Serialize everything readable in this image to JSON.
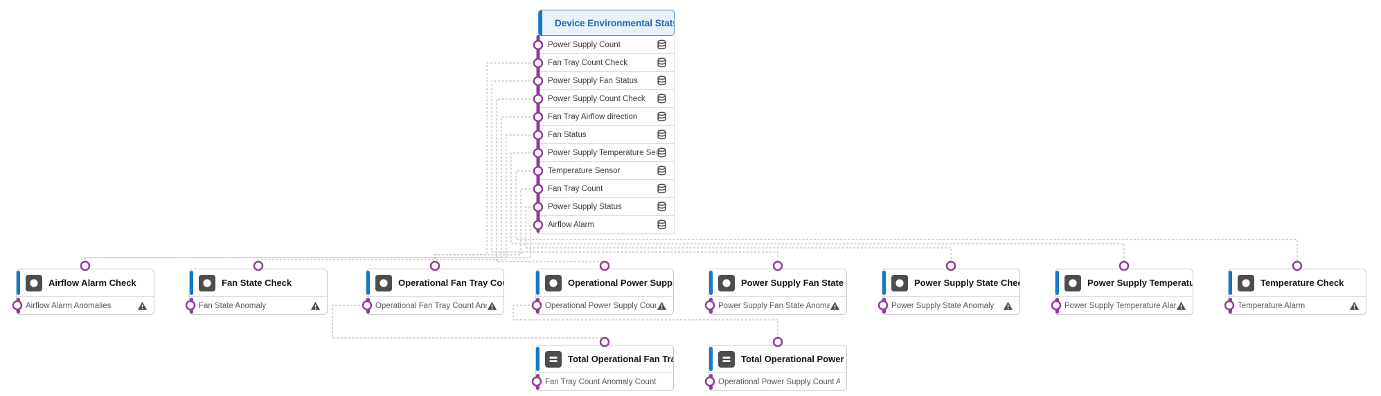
{
  "colors": {
    "accent_blue": "#1778c8",
    "root_title_blue": "#1f64ad",
    "root_header_bg": "#e9f2fb",
    "port_purple": "#8e3d98",
    "wire_gray": "#b8b8b8",
    "node_border": "#c9c9c9",
    "icon_dark": "#4d4d4d"
  },
  "root_node": {
    "title": "Device Environmental Stats",
    "icon": "plug-icon",
    "metrics": [
      "Power Supply Count",
      "Fan Tray Count Check",
      "Power Supply Fan Status",
      "Power Supply Count Check",
      "Fan Tray Airflow direction",
      "Fan Status",
      "Power Supply Temperature Sensor",
      "Temperature Sensor",
      "Fan Tray Count",
      "Power Supply Status",
      "Airflow Alarm"
    ]
  },
  "check_nodes": [
    {
      "title": "Airflow Alarm Check",
      "anomaly_label": "Airflow Alarm Anomalies"
    },
    {
      "title": "Fan State Check",
      "anomaly_label": "Fan State Anomaly"
    },
    {
      "title": "Operational Fan Tray Cou...",
      "anomaly_label": "Operational Fan Tray Count Ano..."
    },
    {
      "title": "Operational Power Suppl...",
      "anomaly_label": "Operational Power Supply Coun..."
    },
    {
      "title": "Power Supply Fan State C...",
      "anomaly_label": "Power Supply Fan State Anomaly"
    },
    {
      "title": "Power Supply State Check",
      "anomaly_label": "Power Supply State Anomaly"
    },
    {
      "title": "Power Supply Temperatu...",
      "anomaly_label": "Power Supply Temperature Alarm"
    },
    {
      "title": "Temperature Check",
      "anomaly_label": "Temperature Alarm"
    }
  ],
  "total_nodes": [
    {
      "title": "Total Operational Fan Tra...",
      "output_label": "Fan Tray Count Anomaly Count"
    },
    {
      "title": "Total Operational Power ...",
      "output_label": "Operational Power Supply Count A..."
    }
  ]
}
